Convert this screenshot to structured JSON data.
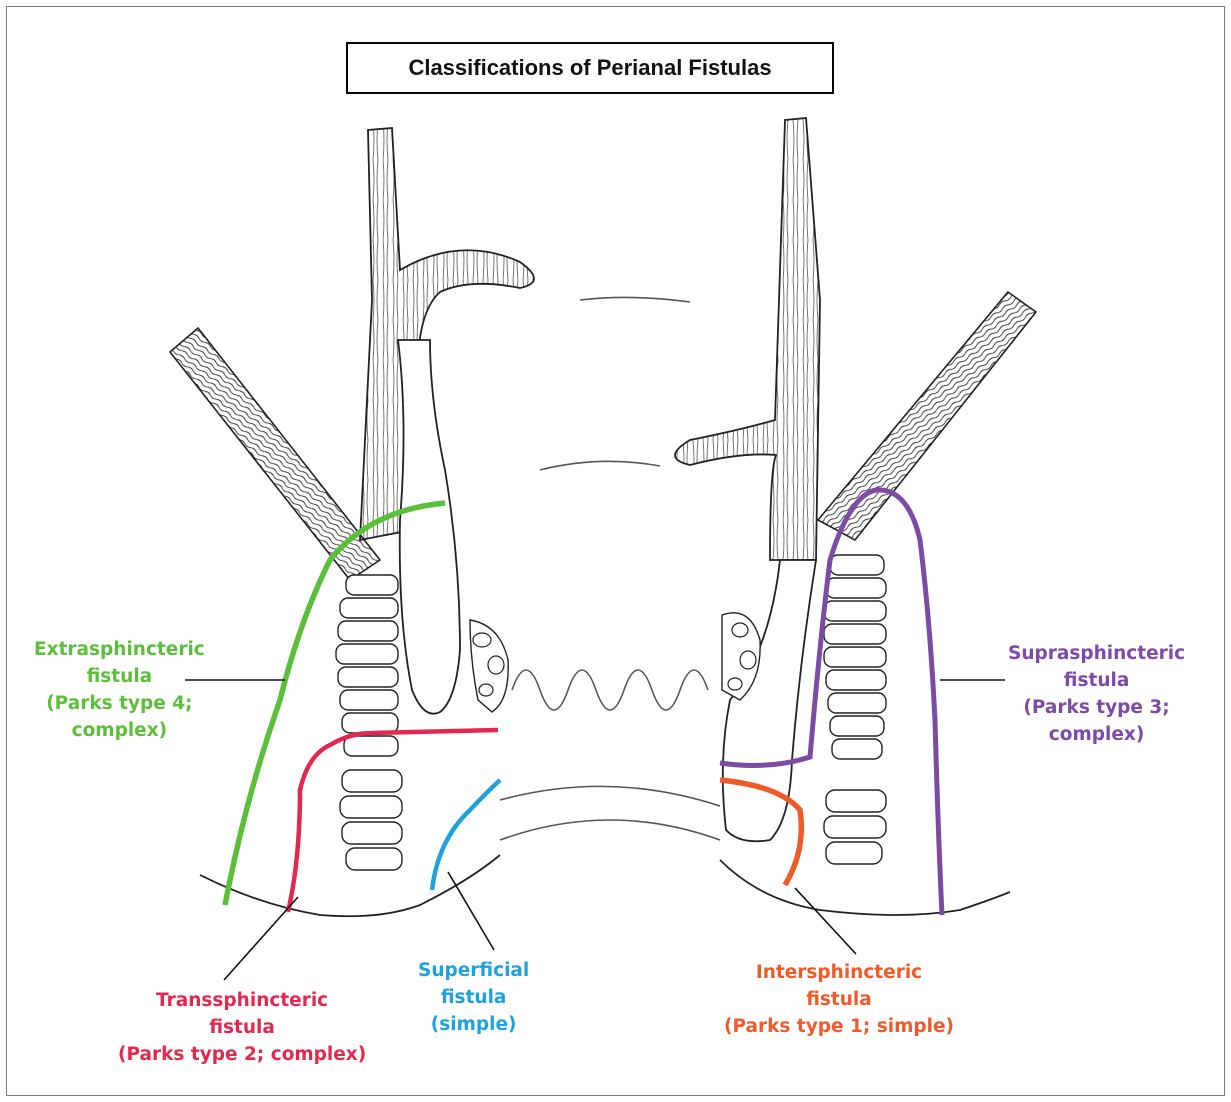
{
  "title": "Classifications of Perianal Fistulas",
  "colors": {
    "extrasphincteric": "#5cbf3a",
    "transsphincteric": "#e3284f",
    "superficial": "#1ea2dc",
    "intersphincteric": "#f05a28",
    "suprasphincteric": "#7d4ba6"
  },
  "labels": {
    "extrasphincteric": {
      "l1": "Extrasphincteric",
      "l2": "fistula",
      "l3": "(Parks type 4;",
      "l4": "complex)"
    },
    "suprasphincteric": {
      "l1": "Suprasphincteric",
      "l2": "fistula",
      "l3": "(Parks type 3;",
      "l4": "complex)"
    },
    "transsphincteric": {
      "l1": "Transsphincteric",
      "l2": "fistula",
      "l3": "(Parks type 2; complex)"
    },
    "superficial": {
      "l1": "Superficial",
      "l2": "fistula",
      "l3": "(simple)"
    },
    "intersphincteric": {
      "l1": "Intersphincteric",
      "l2": "fistula",
      "l3": "(Parks type 1; simple)"
    }
  }
}
